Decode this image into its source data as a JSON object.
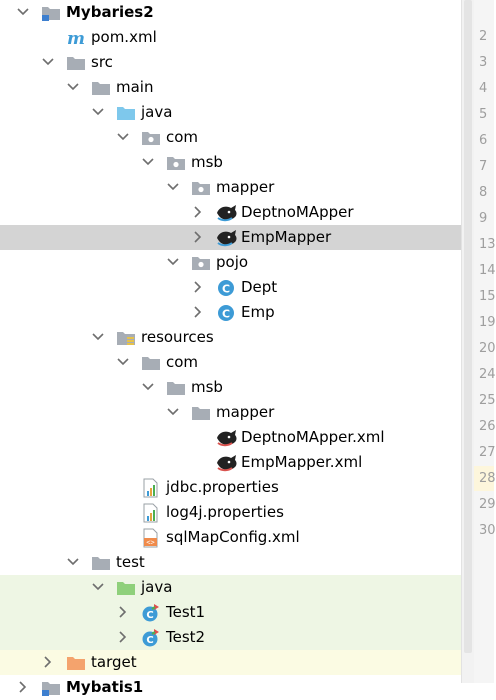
{
  "tree": [
    {
      "id": "mybaries2",
      "label": "Mybaries2",
      "indent": 0,
      "expanded": true,
      "icon": "project-folder-icon",
      "bold": true
    },
    {
      "id": "pom-xml",
      "label": "pom.xml",
      "indent": 1,
      "expanded": null,
      "icon": "maven-icon"
    },
    {
      "id": "src",
      "label": "src",
      "indent": 1,
      "expanded": true,
      "icon": "folder-icon"
    },
    {
      "id": "main",
      "label": "main",
      "indent": 2,
      "expanded": true,
      "icon": "folder-icon"
    },
    {
      "id": "java",
      "label": "java",
      "indent": 3,
      "expanded": true,
      "icon": "source-root-folder-icon"
    },
    {
      "id": "com",
      "label": "com",
      "indent": 4,
      "expanded": true,
      "icon": "package-icon"
    },
    {
      "id": "msb",
      "label": "msb",
      "indent": 5,
      "expanded": true,
      "icon": "package-icon"
    },
    {
      "id": "mapper",
      "label": "mapper",
      "indent": 6,
      "expanded": true,
      "icon": "package-icon"
    },
    {
      "id": "deptnomapper",
      "label": "DeptnoMApper",
      "indent": 7,
      "expanded": false,
      "icon": "mybatis-interface-icon"
    },
    {
      "id": "empmapper",
      "label": "EmpMapper",
      "indent": 7,
      "expanded": false,
      "icon": "mybatis-interface-icon",
      "selected": true
    },
    {
      "id": "pojo",
      "label": "pojo",
      "indent": 6,
      "expanded": true,
      "icon": "package-icon"
    },
    {
      "id": "dept",
      "label": "Dept",
      "indent": 7,
      "expanded": false,
      "icon": "class-icon"
    },
    {
      "id": "emp",
      "label": "Emp",
      "indent": 7,
      "expanded": false,
      "icon": "class-icon"
    },
    {
      "id": "resources",
      "label": "resources",
      "indent": 3,
      "expanded": true,
      "icon": "resources-folder-icon"
    },
    {
      "id": "res-com",
      "label": "com",
      "indent": 4,
      "expanded": true,
      "icon": "folder-icon"
    },
    {
      "id": "res-msb",
      "label": "msb",
      "indent": 5,
      "expanded": true,
      "icon": "folder-icon"
    },
    {
      "id": "res-mapper",
      "label": "mapper",
      "indent": 6,
      "expanded": true,
      "icon": "folder-icon"
    },
    {
      "id": "deptnomapper-xml",
      "label": "DeptnoMApper.xml",
      "indent": 7,
      "expanded": null,
      "icon": "mybatis-xml-icon"
    },
    {
      "id": "empmapper-xml",
      "label": "EmpMapper.xml",
      "indent": 7,
      "expanded": null,
      "icon": "mybatis-xml-icon"
    },
    {
      "id": "jdbc-properties",
      "label": "jdbc.properties",
      "indent": 4,
      "expanded": null,
      "icon": "properties-file-icon"
    },
    {
      "id": "log4j-properties",
      "label": "log4j.properties",
      "indent": 4,
      "expanded": null,
      "icon": "properties-file-icon"
    },
    {
      "id": "sqlmapconfig-xml",
      "label": "sqlMapConfig.xml",
      "indent": 4,
      "expanded": null,
      "icon": "xml-file-icon"
    },
    {
      "id": "test",
      "label": "test",
      "indent": 2,
      "expanded": true,
      "icon": "folder-icon"
    },
    {
      "id": "test-java",
      "label": "java",
      "indent": 3,
      "expanded": true,
      "icon": "test-root-folder-icon",
      "highlight": "green"
    },
    {
      "id": "test1",
      "label": "Test1",
      "indent": 4,
      "expanded": false,
      "icon": "test-class-icon",
      "highlight": "green"
    },
    {
      "id": "test2",
      "label": "Test2",
      "indent": 4,
      "expanded": false,
      "icon": "test-class-icon",
      "highlight": "green"
    },
    {
      "id": "target",
      "label": "target",
      "indent": 1,
      "expanded": false,
      "icon": "excluded-folder-icon",
      "highlight": "yellow"
    },
    {
      "id": "next-module",
      "label": "Mybatis1",
      "indent": 0,
      "expanded": false,
      "icon": "project-folder-icon",
      "bold": true
    }
  ],
  "gutter": {
    "numbers": [
      "2",
      "3",
      "4",
      "5",
      "6",
      "7",
      "8",
      "9",
      "13",
      "14",
      "15",
      "19",
      "20",
      "24",
      "25",
      "26",
      "27",
      "28",
      "29",
      "30"
    ],
    "current": "28"
  },
  "colors": {
    "selection": "#d4d4d4",
    "test_highlight": "#eef6e4",
    "excluded_highlight": "#fbfbe3",
    "class_icon": "#3d9bd6",
    "folder": "#a7adb5"
  }
}
